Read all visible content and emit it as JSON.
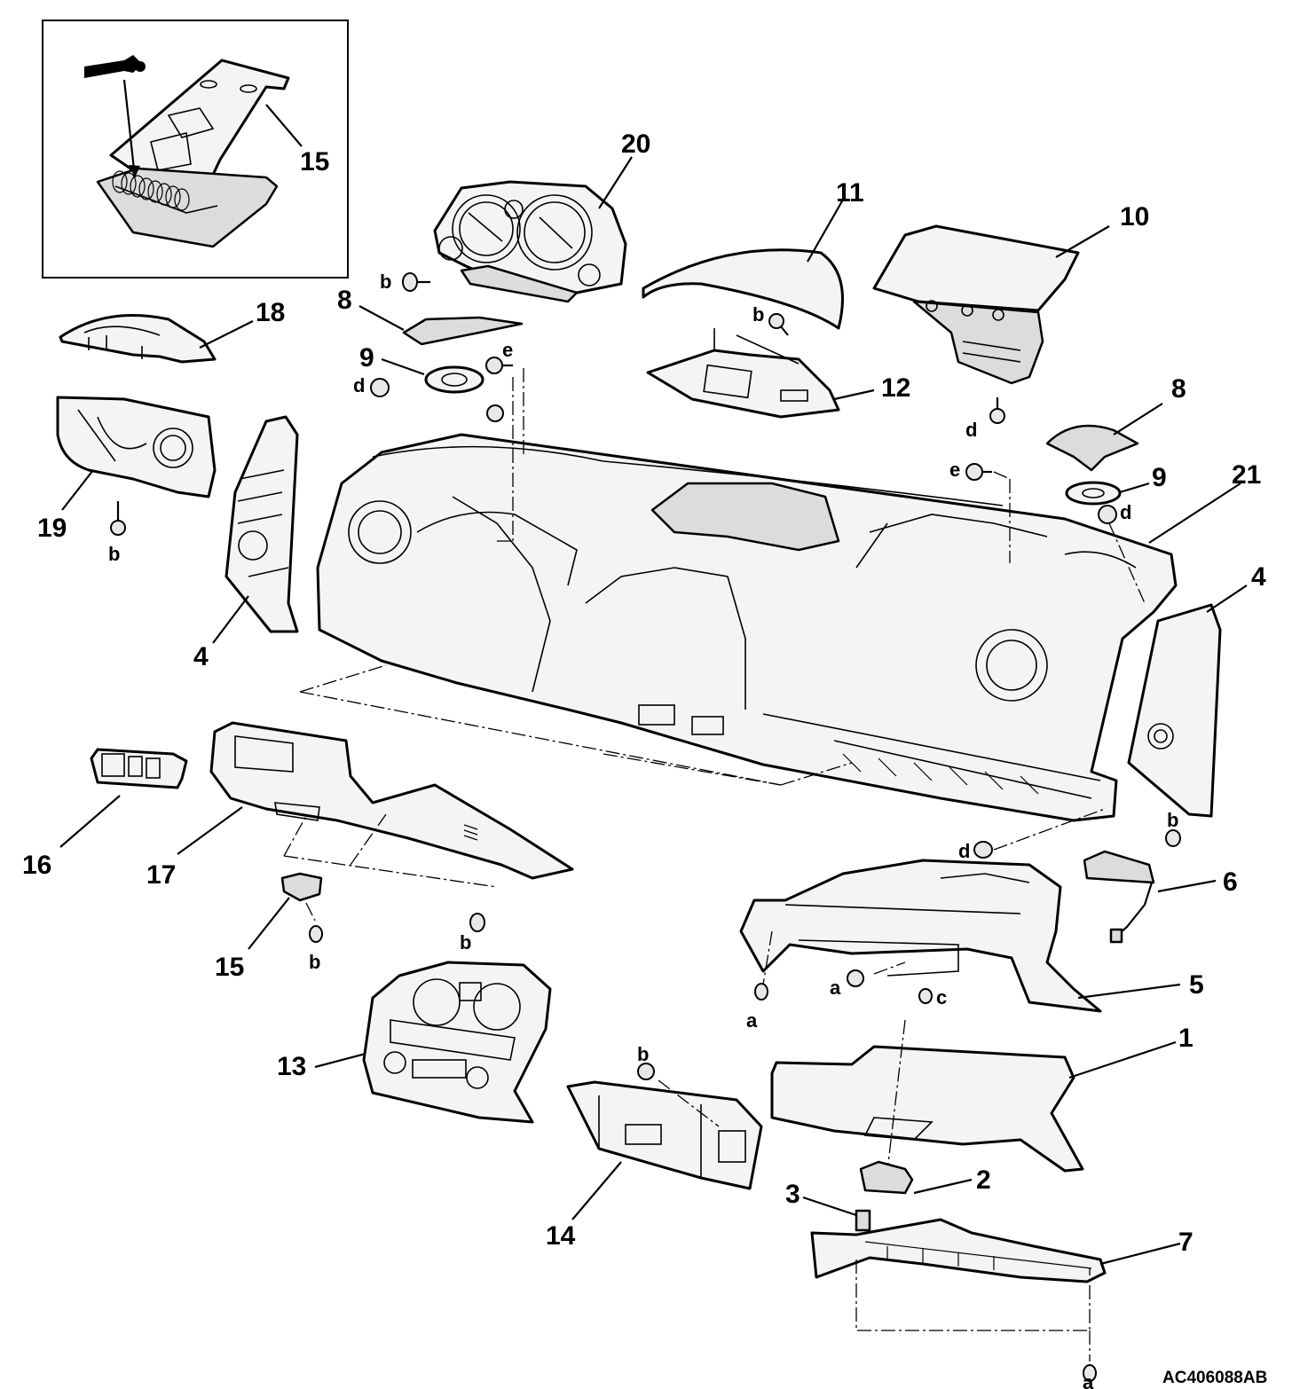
{
  "figure_code": "AC406088AB",
  "callouts": {
    "p1": "1",
    "p2": "2",
    "p3": "3",
    "p4_left": "4",
    "p4_right": "4",
    "p5": "5",
    "p6": "6",
    "p7": "7",
    "p8_left": "8",
    "p8_right": "8",
    "p9_left": "9",
    "p9_right": "9",
    "p10": "10",
    "p11": "11",
    "p12": "12",
    "p13": "13",
    "p14": "14",
    "p15_inset": "15",
    "p15": "15",
    "p16": "16",
    "p17": "17",
    "p18": "18",
    "p19": "19",
    "p20": "20",
    "p21": "21"
  },
  "fasteners": {
    "b_meter": "b",
    "b_panel11": "b",
    "e_top": "e",
    "d_left": "d",
    "d_upper_right": "d",
    "e_right": "e",
    "d_right": "d",
    "b_19": "b",
    "b_right_trim": "b",
    "d_lower": "d",
    "b_17": "b",
    "b_15": "b",
    "a_glovebox_left": "a",
    "a_glovebox_mid": "a",
    "c_glovebox": "c",
    "b_14": "b",
    "a_bottom": "a"
  }
}
